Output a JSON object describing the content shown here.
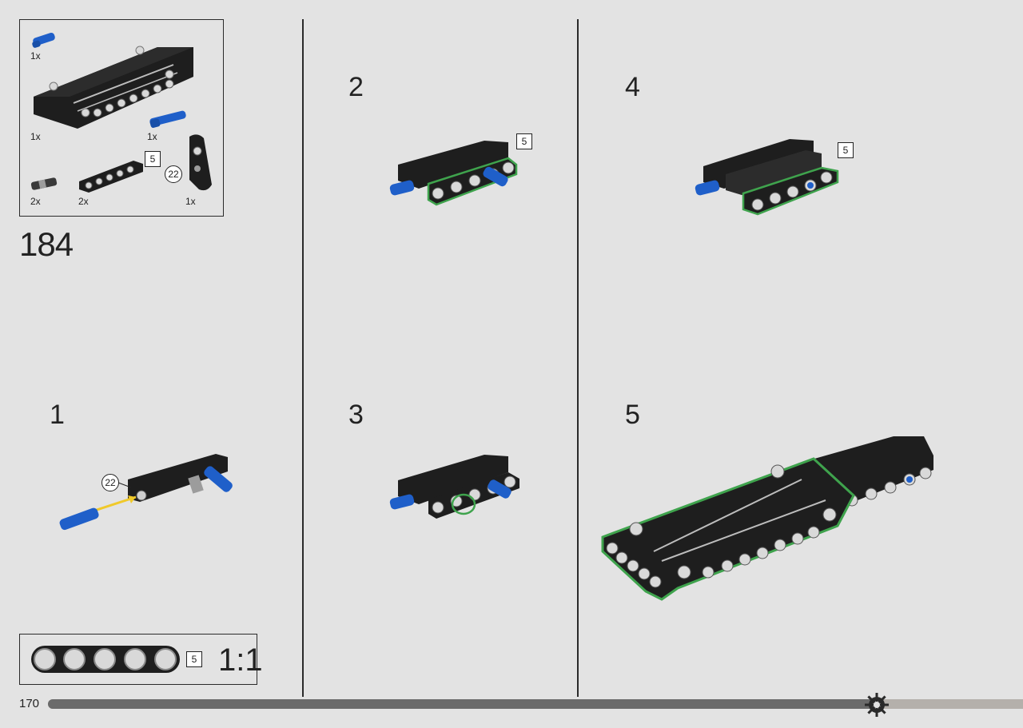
{
  "set_number": "184",
  "page_number": "170",
  "scale_label": "1:1",
  "beam_length_label": "5",
  "parts_list": [
    {
      "icon": "blue-axle-pin-icon",
      "qty": "1x"
    },
    {
      "icon": "black-panel-icon",
      "qty": "1x"
    },
    {
      "icon": "blue-pin-long-icon",
      "qty": "1x"
    },
    {
      "icon": "black-connector-icon",
      "qty": "2x"
    },
    {
      "icon": "beam-5-icon",
      "qty": "2x",
      "length": "5"
    },
    {
      "icon": "angle-connector-icon",
      "qty": "1x",
      "number": "22"
    }
  ],
  "steps": [
    {
      "label": "1",
      "callout": "22"
    },
    {
      "label": "2",
      "length": "5"
    },
    {
      "label": "3"
    },
    {
      "label": "4",
      "length": "5"
    },
    {
      "label": "5"
    }
  ],
  "colors": {
    "background": "#e3e3e3",
    "brick_black": "#1e1e1e",
    "brick_blue": "#1f5fc9",
    "highlight_green": "#3fa34d",
    "progress_dark": "#6b6b6b",
    "progress_light": "#b4b0ab"
  },
  "progress": 0.85
}
